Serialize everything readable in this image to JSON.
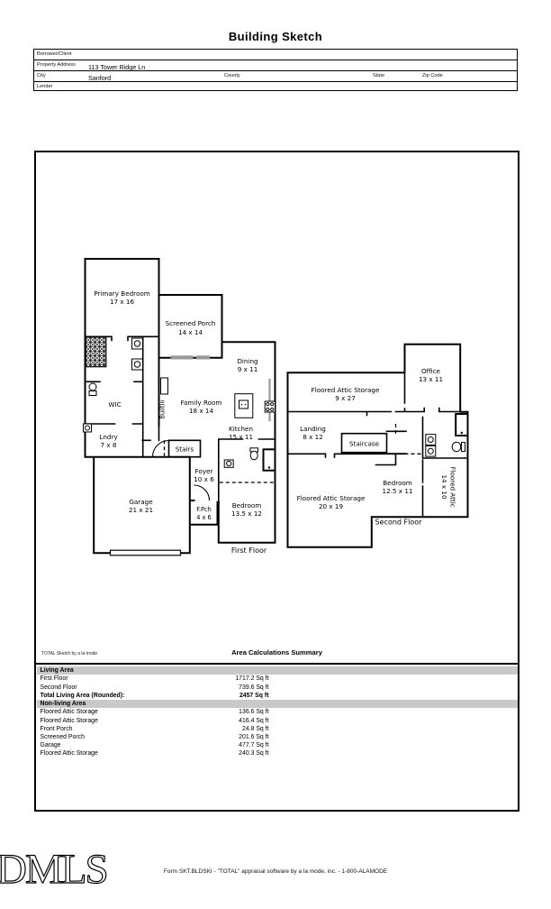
{
  "title": "Building Sketch",
  "header": {
    "borrower_label": "Borrower/Client",
    "property_address_label": "Property Address",
    "property_address_value": "113 Tower Ridge Ln",
    "city_label": "City",
    "city_value": "Sanford",
    "county_label": "County",
    "state_label": "State",
    "zip_label": "Zip Code",
    "lender_label": "Lender"
  },
  "sketch": {
    "first_floor_label": "First Floor",
    "second_floor_label": "Second Floor",
    "rooms": {
      "primary_bedroom": {
        "name": "Primary Bedroom",
        "dims": "17 x 16"
      },
      "screened_porch": {
        "name": "Screened Porch",
        "dims": "14 x 14"
      },
      "dining": {
        "name": "Dining",
        "dims": "9 x 11"
      },
      "wic": {
        "name": "WIC"
      },
      "family_room": {
        "name": "Family Room",
        "dims": "18 x 14"
      },
      "builtin": {
        "name": "BuiltIn"
      },
      "kitchen": {
        "name": "Kitchen",
        "dims": "15 x 11"
      },
      "lndry": {
        "name": "Lndry",
        "dims": "7 x 8"
      },
      "stairs": {
        "name": "Stairs"
      },
      "foyer": {
        "name": "Foyer",
        "dims": "10 x 6"
      },
      "garage": {
        "name": "Garage",
        "dims": "21 x 21"
      },
      "front_porch": {
        "name": "F.Pch",
        "dims": "4 x 6"
      },
      "bedroom_first": {
        "name": "Bedroom",
        "dims": "13.5 x 12"
      },
      "attic_storage_top": {
        "name": "Floored Attic Storage",
        "dims": "9 x 27"
      },
      "office": {
        "name": "Office",
        "dims": "13 x 11"
      },
      "landing": {
        "name": "Landing",
        "dims": "8 x 12"
      },
      "staircase": {
        "name": "Staircase"
      },
      "attic_storage_big": {
        "name": "Floored Attic Storage",
        "dims": "20 x 19"
      },
      "bedroom_second": {
        "name": "Bedroom",
        "dims": "12.5 x 11"
      },
      "floored_attic": {
        "name": "Floored Attic",
        "dims": "14 x 10"
      }
    }
  },
  "summary": {
    "watermark": "TOTAL Sketch by a la mode",
    "title": "Area Calculations Summary",
    "living_area_header": "Living Area",
    "nonliving_area_header": "Non-living Area",
    "living_rows": [
      {
        "label": "First Floor",
        "value": "1717.2 Sq ft"
      },
      {
        "label": "Second Floor",
        "value": "739.6 Sq ft"
      },
      {
        "label": "Total Living Area (Rounded):",
        "value": "2457 Sq ft"
      }
    ],
    "nonliving_rows": [
      {
        "label": "Floored Attic Storage",
        "value": "136.6 Sq ft"
      },
      {
        "label": "Floored Attic Storage",
        "value": "416.4 Sq ft"
      },
      {
        "label": "Front Porch",
        "value": "24.8 Sq ft"
      },
      {
        "label": "Screened Porch",
        "value": "201.6 Sq ft"
      },
      {
        "label": "Garage",
        "value": "477.7 Sq ft"
      },
      {
        "label": "Floored Attic Storage",
        "value": "240.3 Sq ft"
      }
    ],
    "header_bar_color": "#c9c9c9"
  },
  "footer": {
    "logo": "DMLS",
    "text": "Form SKT.BLDSKI - \"TOTAL\" appraisal software by a la mode, inc. - 1-800-ALAMODE"
  }
}
